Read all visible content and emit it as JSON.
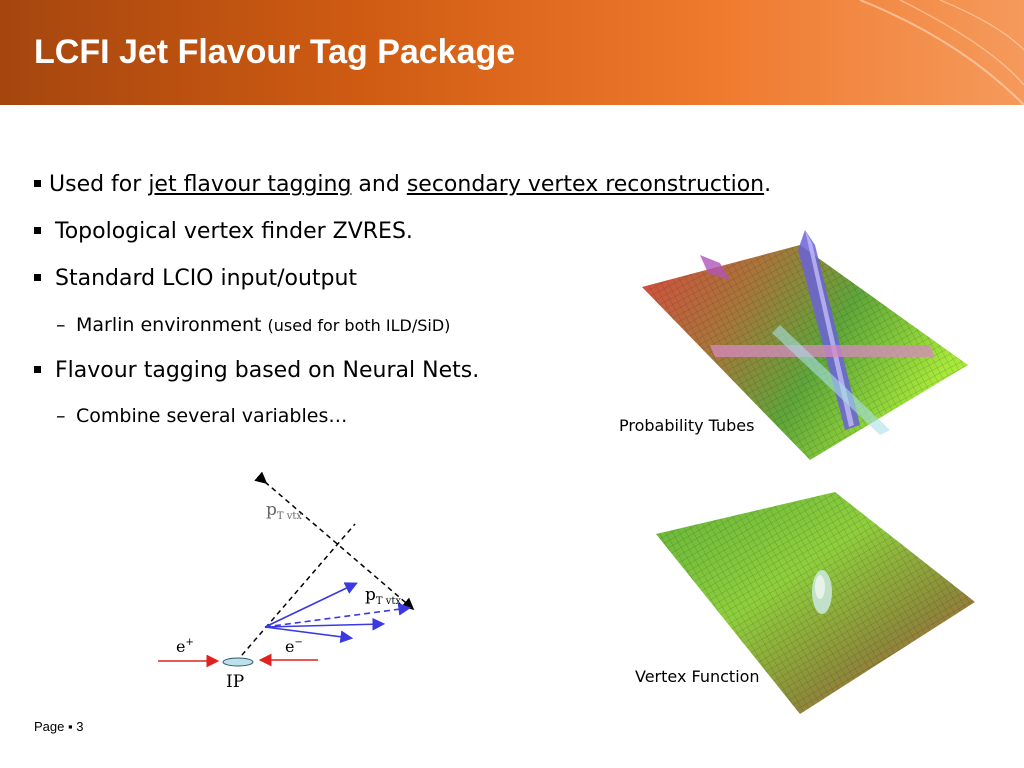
{
  "title": "LCFI Jet Flavour Tag Package",
  "bullets": {
    "b1": {
      "prefix": "Used for ",
      "link1": "jet flavour tagging",
      "mid": " and ",
      "link2": "secondary vertex reconstruction",
      "suffix": "."
    },
    "b2": "Topological vertex finder ZVRES.",
    "b3": "Standard LCIO input/output",
    "b3_sub": {
      "main": "Marlin environment ",
      "note": "(used for both ILD/SiD)"
    },
    "b4": "Flavour tagging based on Neural Nets.",
    "b4_sub": "Combine several variables…"
  },
  "captions": {
    "probability_tubes": "Probability Tubes",
    "vertex_function": "Vertex Function"
  },
  "diagram": {
    "ptvtx_top": "p",
    "ptvtx_top_sub": "T vtx",
    "ptvtx_right": "p",
    "ptvtx_right_sub": "T vtx",
    "e_plus": "e",
    "e_plus_sup": "+",
    "e_minus": "e",
    "e_minus_sup": "−",
    "ip": "IP"
  },
  "footer": "Page ▪ 3",
  "colors": {
    "header_start": "#a5460f",
    "header_end": "#f59a5c",
    "track_blue": "#3a3ae0",
    "beam_red": "#e0211f"
  }
}
